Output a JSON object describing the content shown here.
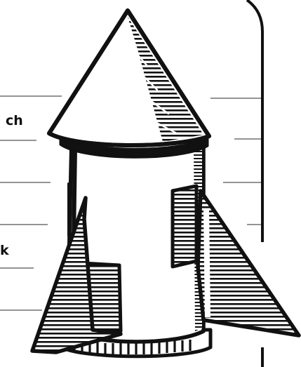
{
  "worksheet": {
    "partial_labels": [
      "ch",
      "k"
    ],
    "colors": {
      "ink": "#111111",
      "line": "#555555",
      "paper": "#ffffff"
    }
  },
  "illustration": {
    "subject": "rocket",
    "icon": "rocket-icon"
  }
}
